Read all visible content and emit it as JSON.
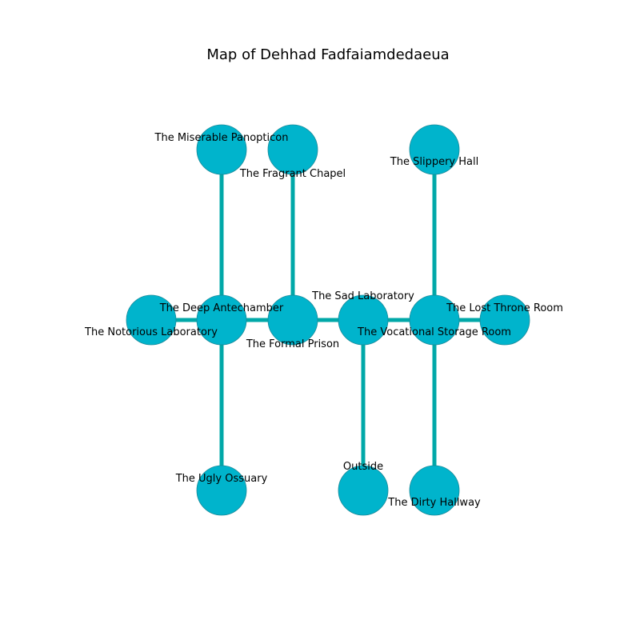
{
  "title": "Map of Dehhad Fadfaiamdedaeua",
  "colors": {
    "room": "#00b4cc",
    "corridor": "#00a8a8",
    "background": "#ffffff"
  },
  "rooms": [
    {
      "id": "miserable-panopticon",
      "name": "The Miserable Panopticon"
    },
    {
      "id": "fragrant-chapel",
      "name": "The Fragrant Chapel"
    },
    {
      "id": "slippery-hall",
      "name": "The Slippery Hall"
    },
    {
      "id": "notorious-laboratory",
      "name": "The Notorious Laboratory"
    },
    {
      "id": "deep-antechamber",
      "name": "The Deep Antechamber"
    },
    {
      "id": "formal-prison",
      "name": "The Formal Prison"
    },
    {
      "id": "sad-laboratory",
      "name": "The Sad Laboratory"
    },
    {
      "id": "vocational-storage-room",
      "name": "The Vocational Storage Room"
    },
    {
      "id": "lost-throne-room",
      "name": "The Lost Throne Room"
    },
    {
      "id": "ugly-ossuary",
      "name": "The Ugly Ossuary"
    },
    {
      "id": "outside",
      "name": "Outside"
    },
    {
      "id": "dirty-hallway",
      "name": "The Dirty Hallway"
    }
  ],
  "connections": [
    [
      "notorious-laboratory",
      "deep-antechamber"
    ],
    [
      "deep-antechamber",
      "formal-prison"
    ],
    [
      "formal-prison",
      "sad-laboratory"
    ],
    [
      "sad-laboratory",
      "vocational-storage-room"
    ],
    [
      "vocational-storage-room",
      "lost-throne-room"
    ],
    [
      "miserable-panopticon",
      "deep-antechamber"
    ],
    [
      "deep-antechamber",
      "ugly-ossuary"
    ],
    [
      "fragrant-chapel",
      "formal-prison"
    ],
    [
      "sad-laboratory",
      "outside"
    ],
    [
      "slippery-hall",
      "vocational-storage-room"
    ],
    [
      "vocational-storage-room",
      "dirty-hallway"
    ]
  ]
}
